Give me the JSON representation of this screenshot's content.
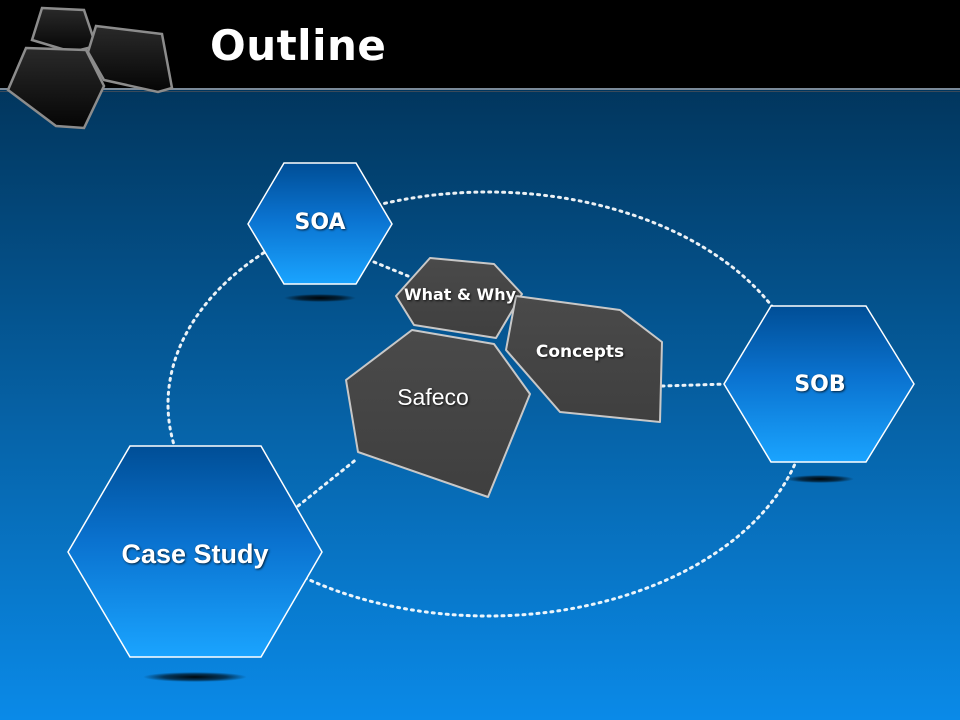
{
  "slide": {
    "title": "Outline",
    "colors": {
      "background_top": "#002a4a",
      "background_bottom": "#0a8ae8",
      "hexagon_fill_top": "#004e96",
      "hexagon_fill_bottom": "#1aa4ff",
      "panel_fill": "#3f3f3f",
      "title_bar": "#000000"
    }
  },
  "diagram": {
    "nodes": {
      "soa": "SOA",
      "sob": "SOB",
      "case_study": "Case Study",
      "what_why": "What & Why",
      "concepts": "Concepts",
      "safeco": "Safeco"
    }
  }
}
